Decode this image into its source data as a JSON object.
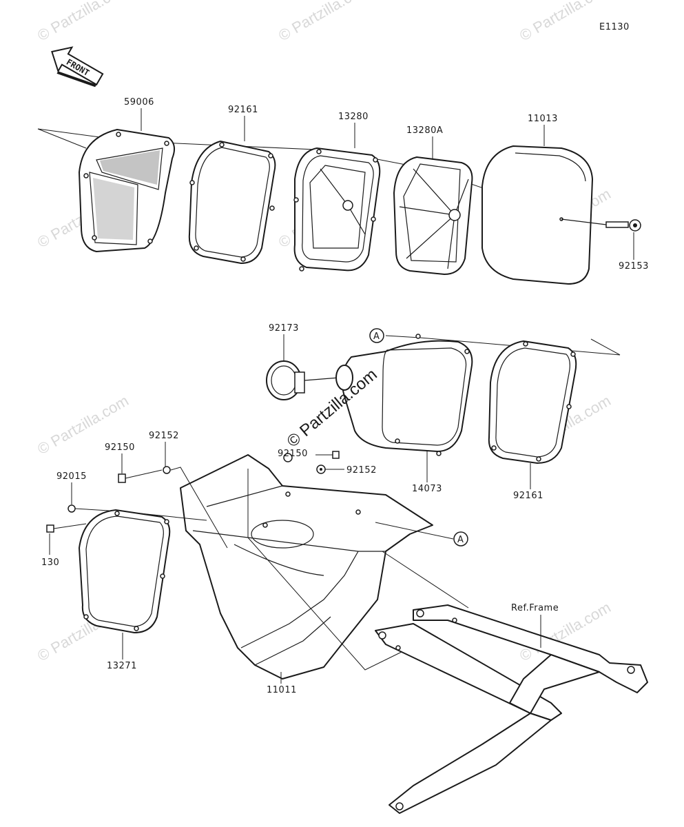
{
  "diagram_code": "E1130",
  "front_label": "FRONT",
  "ref_frame_label": "Ref.Frame",
  "watermark_text": "© Partzilla.com",
  "center_watermark_text": "© Partzilla.com",
  "callouts": [
    {
      "id": "c-59006",
      "text": "59006"
    },
    {
      "id": "c-92161-top",
      "text": "92161"
    },
    {
      "id": "c-13280",
      "text": "13280"
    },
    {
      "id": "c-13280A",
      "text": "13280A"
    },
    {
      "id": "c-11013",
      "text": "11013"
    },
    {
      "id": "c-92153",
      "text": "92153"
    },
    {
      "id": "c-92173",
      "text": "92173"
    },
    {
      "id": "c-A-top",
      "text": "A"
    },
    {
      "id": "c-92150-center",
      "text": "92150"
    },
    {
      "id": "c-92152-center",
      "text": "92152"
    },
    {
      "id": "c-14073",
      "text": "14073"
    },
    {
      "id": "c-92161-mid",
      "text": "92161"
    },
    {
      "id": "c-92152-left",
      "text": "92152"
    },
    {
      "id": "c-92150-left",
      "text": "92150"
    },
    {
      "id": "c-92015",
      "text": "92015"
    },
    {
      "id": "c-130",
      "text": "130"
    },
    {
      "id": "c-A-bottom",
      "text": "A"
    },
    {
      "id": "c-13271",
      "text": "13271"
    },
    {
      "id": "c-11011",
      "text": "11011"
    }
  ]
}
